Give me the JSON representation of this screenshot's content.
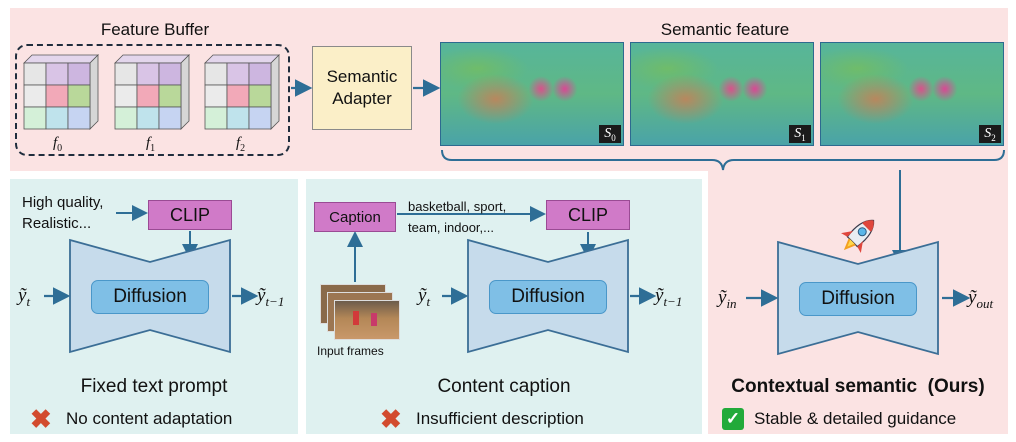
{
  "colors": {
    "top_panel_bg": "#fbe3e3",
    "left_panel_bg": "#dff1f0",
    "right_panel_bg": "#fbe3e3",
    "arrow": "#2e6e96",
    "clip": "#d07ac8",
    "diffusion": "#7fbfe6",
    "adapter": "#fbefc8"
  },
  "top": {
    "feature_buffer_title": "Feature Buffer",
    "features": [
      {
        "f": "f",
        "sub": "0"
      },
      {
        "f": "f",
        "sub": "1"
      },
      {
        "f": "f",
        "sub": "2"
      }
    ],
    "adapter_label_line1": "Semantic",
    "adapter_label_line2": "Adapter",
    "semantic_feature_title": "Semantic feature",
    "semantic_maps": [
      {
        "s": "S",
        "sub": "0"
      },
      {
        "s": "S",
        "sub": "1"
      },
      {
        "s": "S",
        "sub": "2"
      }
    ]
  },
  "panel1": {
    "prompt_line1": "High quality,",
    "prompt_line2": "Realistic...",
    "clip_label": "CLIP",
    "diffusion_label": "Diffusion",
    "input_symbol": "ỹ",
    "input_sub": "t",
    "output_symbol": "ỹ",
    "output_sub": "t−1",
    "title": "Fixed text prompt",
    "verdict_icon": "cross-icon",
    "verdict": "No content adaptation"
  },
  "panel2": {
    "caption_label": "Caption",
    "caption_text_line1": "basketball, sport,",
    "caption_text_line2": "team, indoor,...",
    "clip_label": "CLIP",
    "frames_label": "Input frames",
    "diffusion_label": "Diffusion",
    "input_symbol": "ỹ",
    "input_sub": "t",
    "output_symbol": "ỹ",
    "output_sub": "t−1",
    "title": "Content caption",
    "verdict_icon": "cross-icon",
    "verdict": "Insufficient description"
  },
  "panel3": {
    "rocket_icon": "rocket-icon",
    "diffusion_label": "Diffusion",
    "input_symbol": "ỹ",
    "input_sub": "in",
    "output_symbol": "ỹ",
    "output_sub": "out",
    "title": "Contextual semantic  (Ours)",
    "verdict_icon": "check-icon",
    "verdict": "Stable & detailed guidance"
  }
}
